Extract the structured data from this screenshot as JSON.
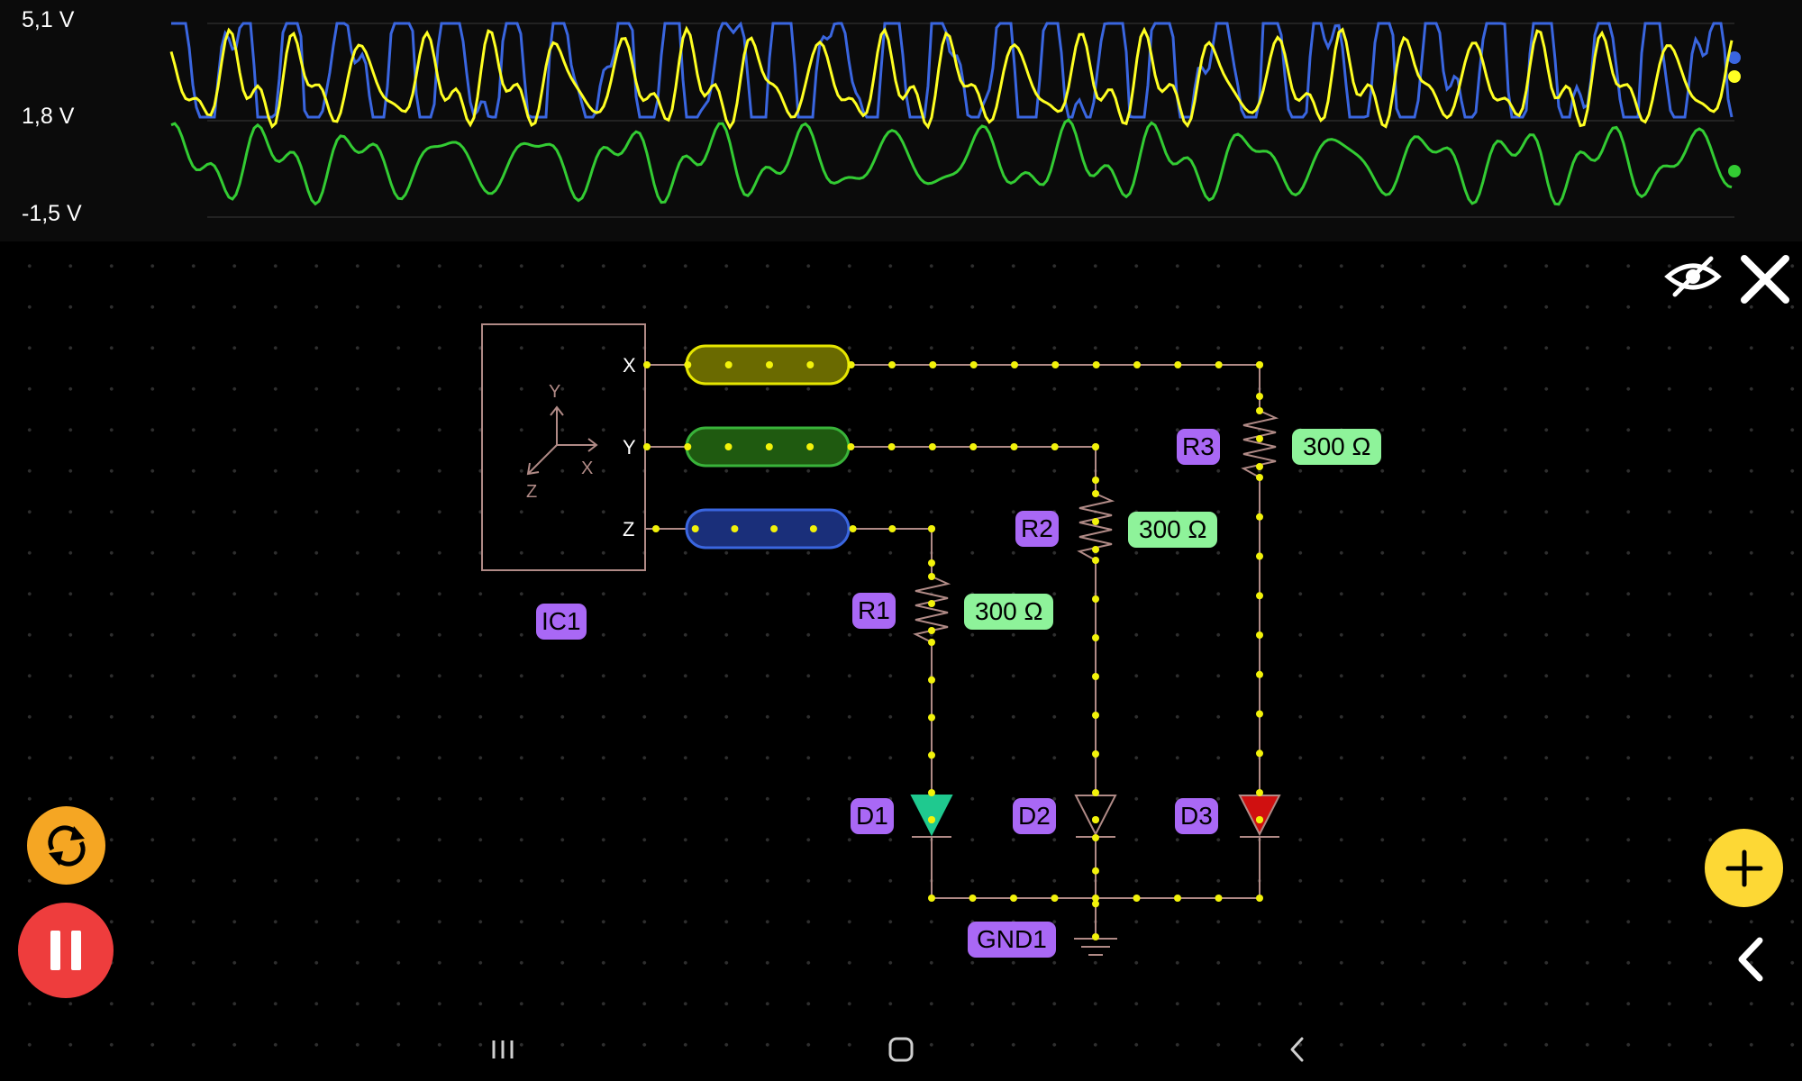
{
  "oscilloscope": {
    "voltage_labels": [
      "5,1 V",
      "1,8 V",
      "-1,5 V"
    ],
    "trace_colors": {
      "x": "#ffff22",
      "y": "#33cc33",
      "z": "#3a66e0"
    }
  },
  "chip": {
    "name": "IC1",
    "pins": [
      "X",
      "Y",
      "Z"
    ],
    "axis_labels": [
      "Y",
      "X",
      "Z"
    ]
  },
  "components": {
    "resistors": [
      {
        "name": "R1",
        "value": "300 Ω"
      },
      {
        "name": "R2",
        "value": "300 Ω"
      },
      {
        "name": "R3",
        "value": "300 Ω"
      }
    ],
    "diodes": [
      {
        "name": "D1",
        "color": "#1fc98f"
      },
      {
        "name": "D2",
        "color": "#000000"
      },
      {
        "name": "D3",
        "color": "#d01010"
      }
    ],
    "ground": {
      "name": "GND1"
    }
  },
  "controls": {
    "hide_icon": "eye-off-icon",
    "close_icon": "close-icon",
    "refresh_icon": "refresh-icon",
    "pause_icon": "pause-icon",
    "add_icon": "plus-icon",
    "collapse_icon": "chevron-left-icon",
    "colors": {
      "refresh": "#f5a623",
      "pause": "#ee3d3d",
      "add": "#fdd835"
    }
  },
  "navbar": {
    "items": [
      "recent-apps",
      "home",
      "back"
    ]
  }
}
